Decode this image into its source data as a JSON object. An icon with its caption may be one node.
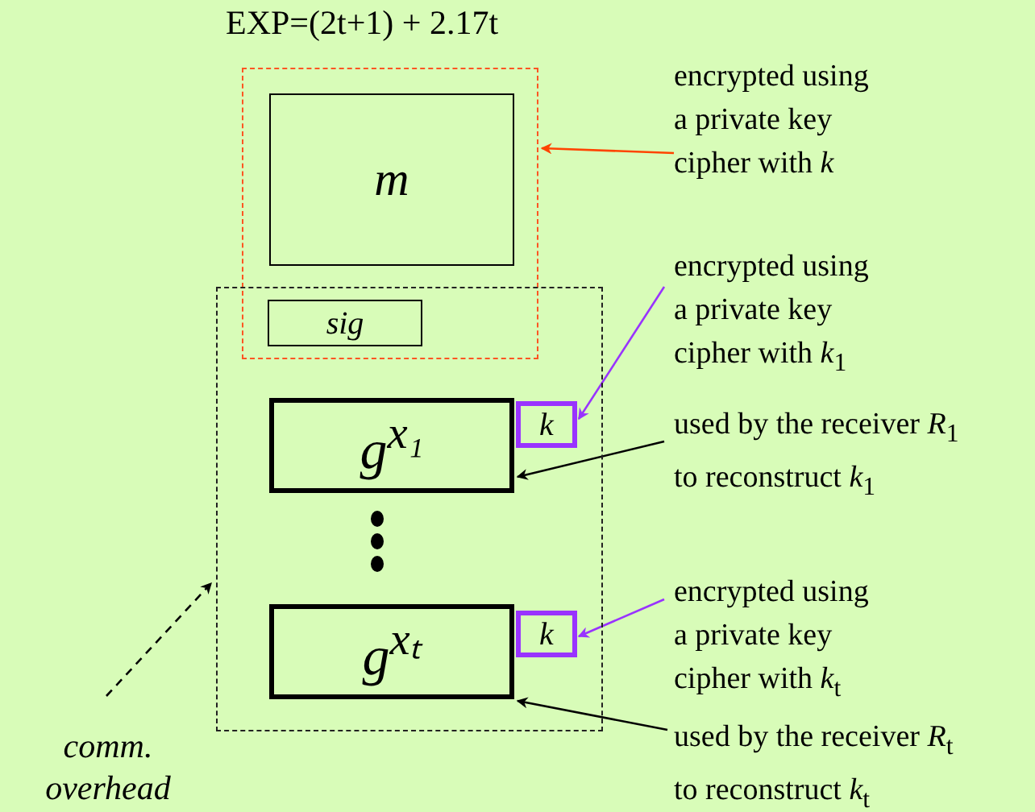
{
  "diagram": {
    "title": "EXP=(2t+1) + 2.17t",
    "nodes": [
      {
        "text": [],
        "shape": "box"
      },
      {
        "text": [],
        "shape": "box"
      },
      {
        "text": [
          "m"
        ],
        "in": 0
      },
      {
        "text": [
          "sig"
        ]
      },
      {
        "text": [
          "g$^{x₁}$"
        ],
        "in": 1
      },
      {
        "text": [
          "k"
        ],
        "in": 1
      },
      {
        "text": [
          "g$^{xₜ}$"
        ],
        "in": 1
      },
      {
        "text": [
          "k"
        ],
        "in": 1
      },
      {
        "text": [
          "encrypted using a private key cipher with *k*"
        ]
      },
      {
        "text": [
          "encrypted using a private key cipher with *k*$_{1}$"
        ]
      },
      {
        "text": [
          "used by the receiver *R*$_{1}$ to reconstruct *k*$_{1}$"
        ]
      },
      {
        "text": [
          "encrypted using a private key cipher with *k*$_{t}$"
        ]
      },
      {
        "text": [
          "used by the receiver *R*$_{t}$ to reconstruct *k*$_{t}$"
        ]
      },
      {
        "text": [
          "comm. overhead"
        ]
      }
    ],
    "edges": [
      {
        "from": 8,
        "to": 0,
        "arrow": "to",
        "color": "#ff4400"
      },
      {
        "from": 9,
        "to": 5,
        "arrow": "to",
        "color": "#9933ff"
      },
      {
        "from": 10,
        "to": 4,
        "arrow": "to"
      },
      {
        "from": 11,
        "to": 7,
        "arrow": "to",
        "color": "#9933ff"
      },
      {
        "from": 12,
        "to": 6,
        "arrow": "to"
      },
      {
        "from": 13,
        "to": 1,
        "arrow": "to",
        "style": "dashed"
      }
    ]
  }
}
